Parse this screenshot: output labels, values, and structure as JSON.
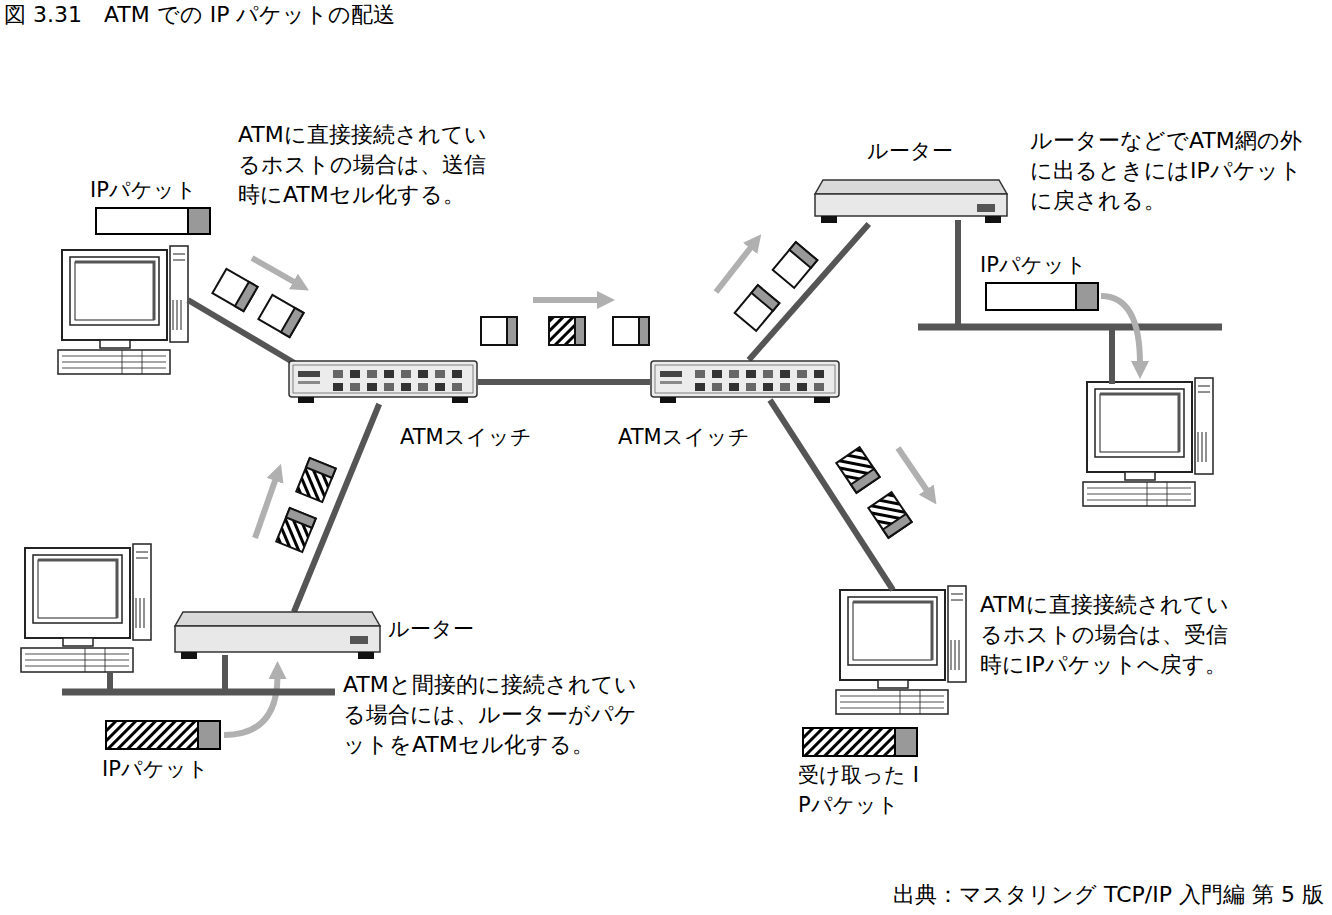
{
  "diagram": {
    "title": "図 3.31　ATM での IP パケットの配送",
    "caption": "出典：マスタリング TCP/IP 入門編 第 5 版",
    "nodes": [
      {
        "text": [
          "ATMスイッチ"
        ]
      },
      {
        "text": [
          "ATMスイッチ"
        ]
      },
      {
        "text": [
          "ルーター"
        ]
      },
      {
        "text": [
          "ルーター"
        ]
      },
      {
        "text": [
          "IPパケット"
        ]
      },
      {
        "text": [
          "IPパケット"
        ]
      },
      {
        "text": [
          "IPパケット"
        ]
      },
      {
        "text": [
          "受け取った IPパケット"
        ]
      }
    ],
    "edges": [
      {
        "from": 3,
        "to": 0,
        "arrow": "none"
      },
      {
        "from": 0,
        "to": 1,
        "arrow": "none"
      },
      {
        "from": 1,
        "to": 2,
        "arrow": "none"
      },
      {
        "from": 5,
        "to": 3,
        "arrow": "to"
      }
    ],
    "labels": [
      "ATMに直接接続されているホストの場合は、送信時にATMセル化する。",
      "ルーターなどでATM網の外に出るときにはIPパケットに戻される。",
      "ATMと間接的に接続されている場合には、ルーターがパケットをATMセル化する。",
      "ATMに直接接続されているホストの場合は、受信時にIPパケットへ戻す。"
    ]
  }
}
